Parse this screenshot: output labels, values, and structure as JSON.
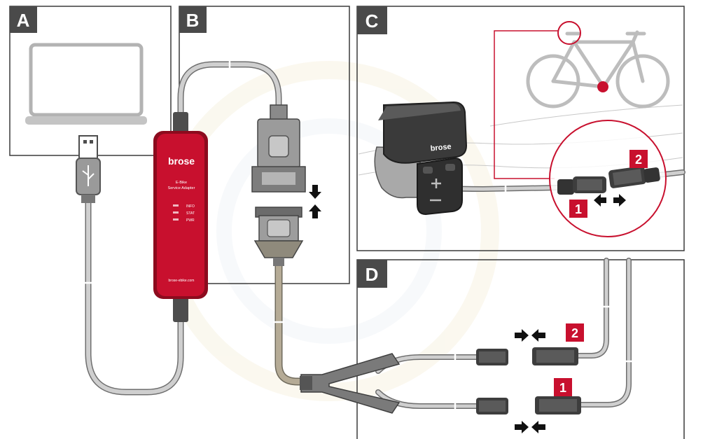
{
  "panels": {
    "a": {
      "label": "A"
    },
    "b": {
      "label": "B"
    },
    "c": {
      "label": "C"
    },
    "d": {
      "label": "D"
    }
  },
  "adapter": {
    "brand": "brose",
    "title_line1": "E-Bike",
    "title_line2": "Service Adapter",
    "led1": "INFO",
    "led2": "STAT",
    "led3": "PWR",
    "url": "brose-ebike.com"
  },
  "display_unit": {
    "brand": "brose"
  },
  "connectors": {
    "c_1": "1",
    "c_2": "2",
    "d_1": "1",
    "d_2": "2"
  },
  "colors": {
    "brand_red": "#c8102e",
    "panel_label_bg": "#4a4a4a",
    "cable_gray": "#9d9d9d",
    "cable_beige": "#b5ab96"
  }
}
